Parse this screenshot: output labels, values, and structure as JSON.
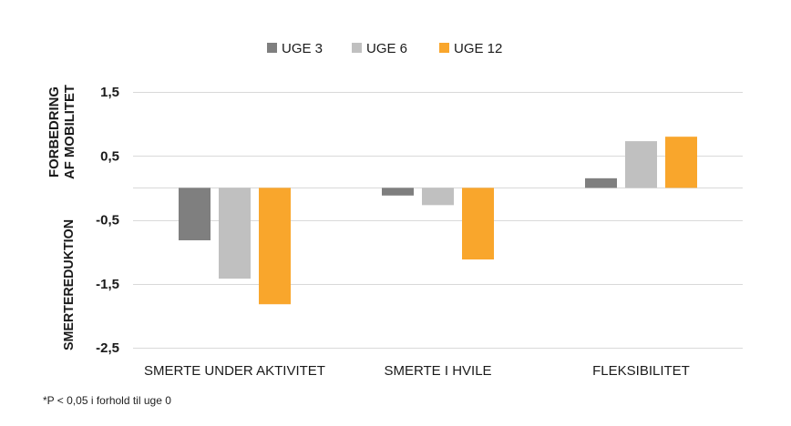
{
  "chart_data": {
    "type": "bar",
    "categories": [
      "SMERTE UNDER AKTIVITET",
      "SMERTE I HVILE",
      "FLEKSIBILITET"
    ],
    "series": [
      {
        "name": "UGE 3",
        "values": [
          -0.82,
          -0.12,
          0.15
        ],
        "color": "#7f7f7f"
      },
      {
        "name": "UGE 6",
        "values": [
          -1.42,
          -0.27,
          0.73
        ],
        "color": "#c0c0c0"
      },
      {
        "name": "UGE 12",
        "values": [
          -1.82,
          -1.12,
          0.8
        ],
        "color": "#f9a62c"
      }
    ],
    "ylim": [
      -2.5,
      1.5
    ],
    "yticks": [
      1.5,
      0.5,
      -0.5,
      -1.5,
      -2.5
    ],
    "ytick_labels": [
      "1,5",
      "0,5",
      "-0,5",
      "-1,5",
      "-2,5"
    ],
    "ylabel_positive": [
      "FORBEDRING",
      "AF MOBILITET"
    ],
    "ylabel_negative": "SMERTEREDUKTION",
    "grid": true,
    "legend_position": "top-center"
  },
  "footnote": "*P < 0,05 i forhold til uge 0"
}
